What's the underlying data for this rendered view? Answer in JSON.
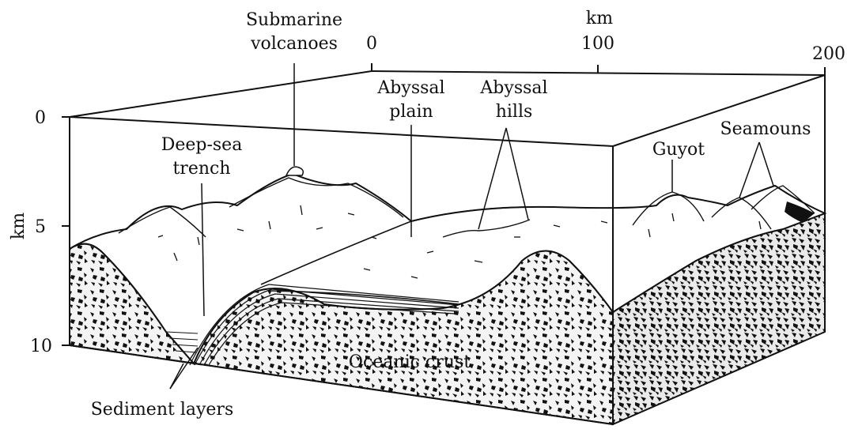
{
  "scale_top": {
    "unit": "km",
    "ticks": [
      "0",
      "100",
      "200"
    ]
  },
  "scale_left": {
    "unit": "km",
    "ticks": [
      "0",
      "5",
      "10"
    ]
  },
  "labels": {
    "submarine_volcanoes_line1": "Submarine",
    "submarine_volcanoes_line2": "volcanoes",
    "deep_sea_trench_line1": "Deep-sea",
    "deep_sea_trench_line2": "trench",
    "abyssal_plain_line1": "Abyssal",
    "abyssal_plain_line2": "plain",
    "abyssal_hills_line1": "Abyssal",
    "abyssal_hills_line2": "hills",
    "guyot": "Guyot",
    "seamounts": "Seamouns",
    "oceanic_crust": "Oceanic crust",
    "sediment_layers": "Sediment layers"
  }
}
